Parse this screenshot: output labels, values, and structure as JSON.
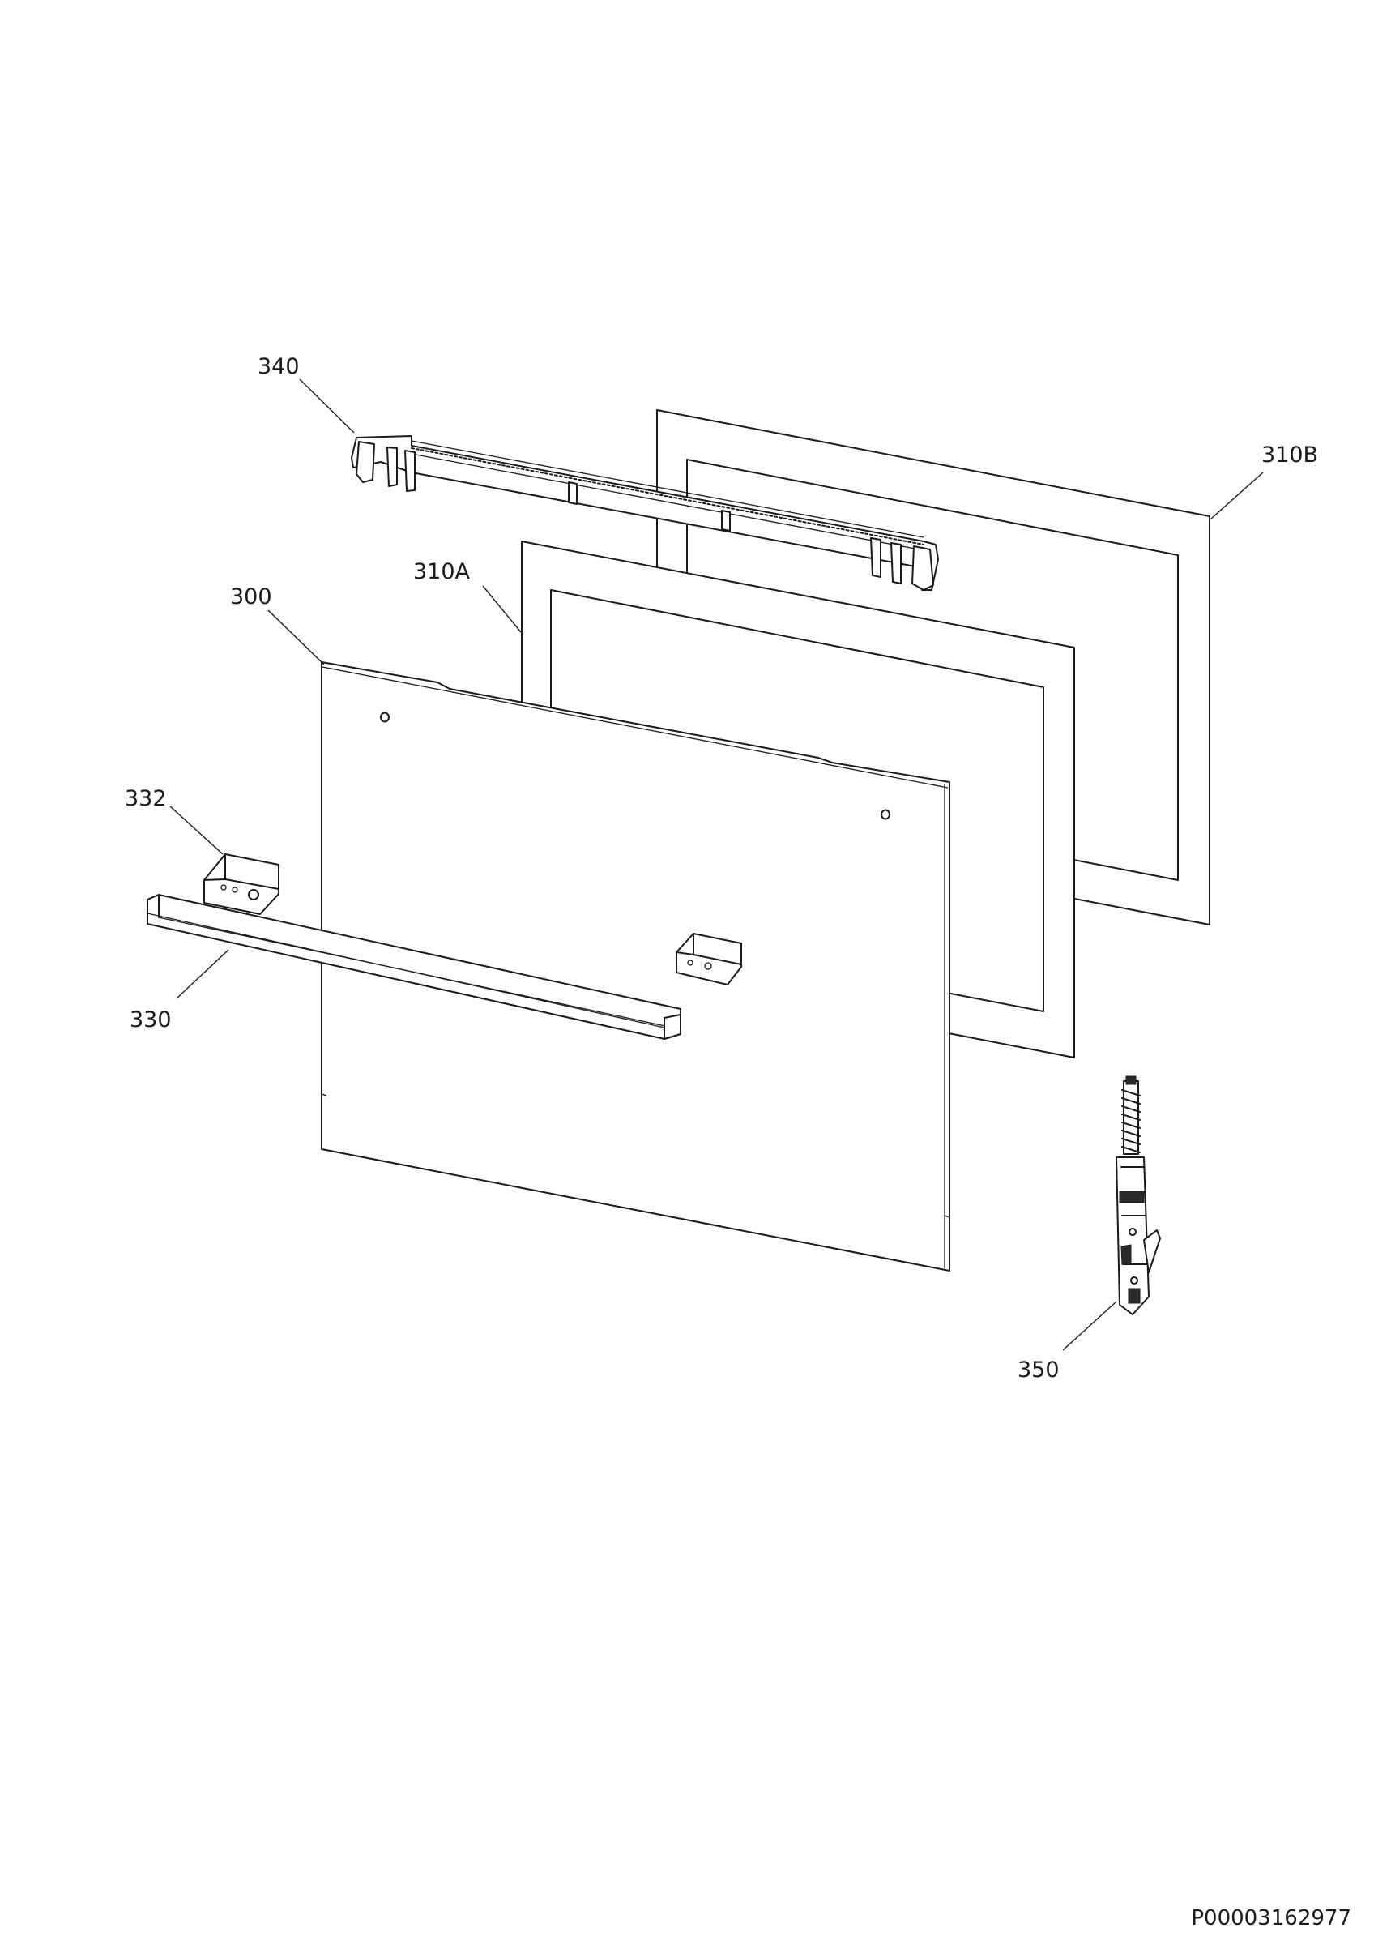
{
  "callouts": {
    "c340": "340",
    "c310b": "310B",
    "c310a": "310A",
    "c300": "300",
    "c332": "332",
    "c330": "330",
    "c350": "350"
  },
  "reference_code": "P00003162977"
}
